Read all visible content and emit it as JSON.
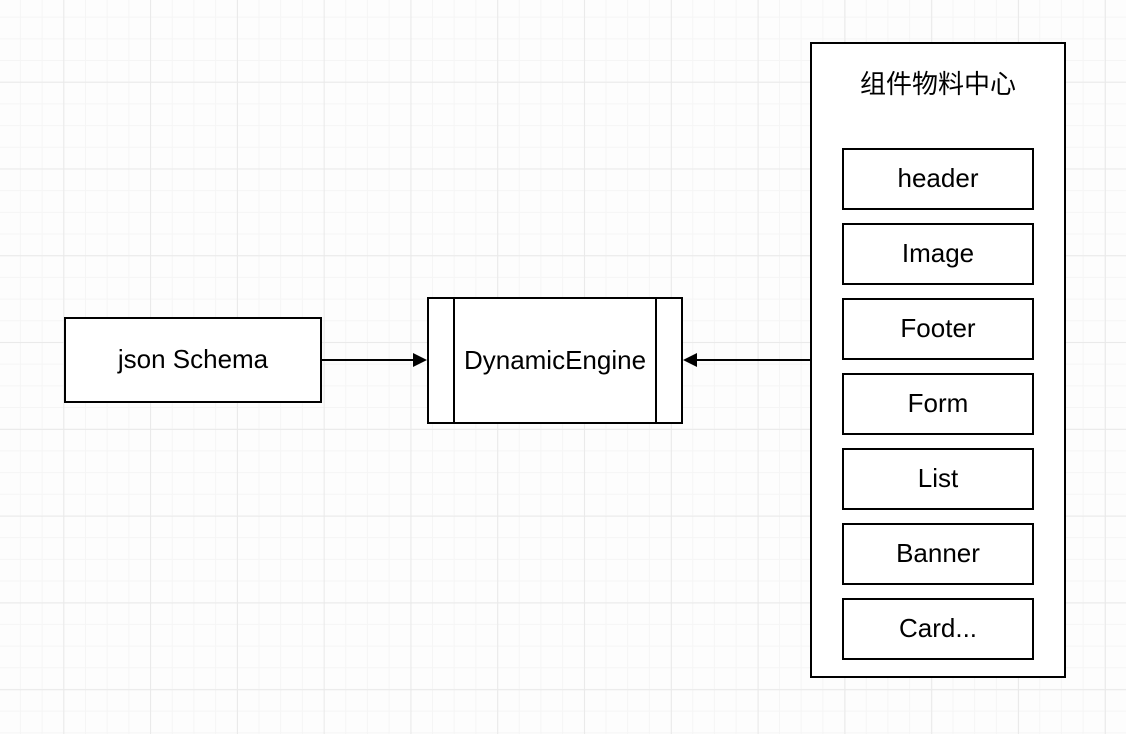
{
  "diagram": {
    "nodes": {
      "json_schema": {
        "label": "json Schema"
      },
      "dynamic_engine": {
        "label": "DynamicEngine"
      }
    },
    "palette": {
      "title": "组件物料中心",
      "items": [
        "header",
        "Image",
        "Footer",
        "Form",
        "List",
        "Banner",
        "Card..."
      ]
    },
    "edges": [
      {
        "name": "json-schema-to-dynamic-engine",
        "direction": "right"
      },
      {
        "name": "component-center-to-dynamic-engine",
        "direction": "left"
      }
    ],
    "colors": {
      "stroke": "#000000",
      "fill": "#ffffff",
      "background": "#fdfdfd",
      "grid_minor": "#f5f5f5",
      "grid_major": "#e9e9e9"
    }
  }
}
